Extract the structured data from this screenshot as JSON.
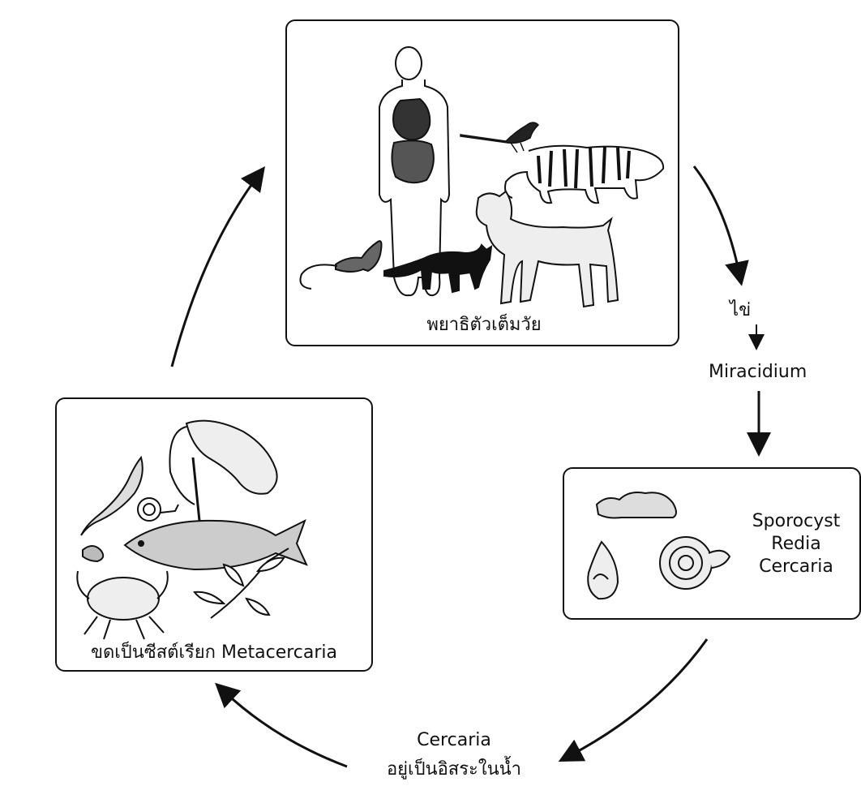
{
  "adult_box": {
    "caption": "พยาธิตัวเต็มวัย",
    "icons": [
      "human-icon",
      "bird-icon",
      "tiger-icon",
      "dog-icon",
      "cat-icon",
      "rat-icon"
    ]
  },
  "egg_stage": {
    "label": "ไข่"
  },
  "miracidium_stage": {
    "label": "Miracidium"
  },
  "snail_box": {
    "lines": [
      "Sporocyst",
      "Redia",
      "Cercaria"
    ],
    "icons": [
      "slug-snail-icon",
      "bithynia-snail-icon",
      "planorbid-snail-icon"
    ]
  },
  "cercaria_stage": {
    "line1": "Cercaria",
    "line2": "อยู่เป็นอิสระในน้ำ"
  },
  "meta_box": {
    "caption": "ขดเป็นซีสต์เรียก Metacercaria",
    "icons": [
      "shrimp-icon",
      "prawn-icon",
      "snail-icon",
      "fish-icon",
      "crab-icon",
      "water-plant-icon",
      "worm-icon"
    ]
  },
  "colors": {
    "ink": "#111111",
    "background": "#ffffff"
  }
}
